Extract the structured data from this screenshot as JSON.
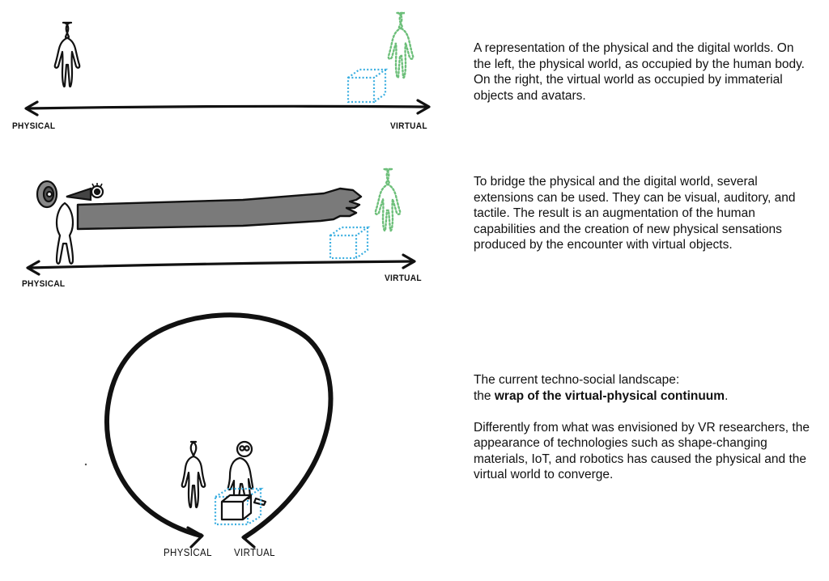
{
  "panel1": {
    "label_left": "PHYSICAL",
    "label_right": "VIRTUAL"
  },
  "panel2": {
    "label_left": "PHYSICAL",
    "label_right": "VIRTUAL"
  },
  "panel3": {
    "label_left": "PHYSICAL",
    "label_right": "VIRTUAL"
  },
  "text1": "A representation of the physical and the digital worlds. On the left, the physical world, as occupied by the human body. On the right, the virtual world as occupied by immaterial objects and avatars.",
  "text2": "To bridge the physical and the digital world, several extensions can be used. They can be visual, auditory, and tactile. The result is an augmentation of the human capabilities and the creation of new physical sensations produced by the encounter with virtual objects.",
  "text3": {
    "line1": "The current techno-social landscape:",
    "line2_prefix": "the ",
    "line2_bold": "wrap of the virtual-physical continuum",
    "line2_suffix": ".",
    "paragraph": "Differently from what was envisioned by VR researchers, the appearance of technologies such as shape-changing materials, IoT, and robotics has caused the physical and the virtual world to converge."
  },
  "colors": {
    "ink": "#111111",
    "virtual_figure": "#6dbf7a",
    "virtual_cube": "#3aaee0",
    "arm": "#7a7a7a"
  }
}
